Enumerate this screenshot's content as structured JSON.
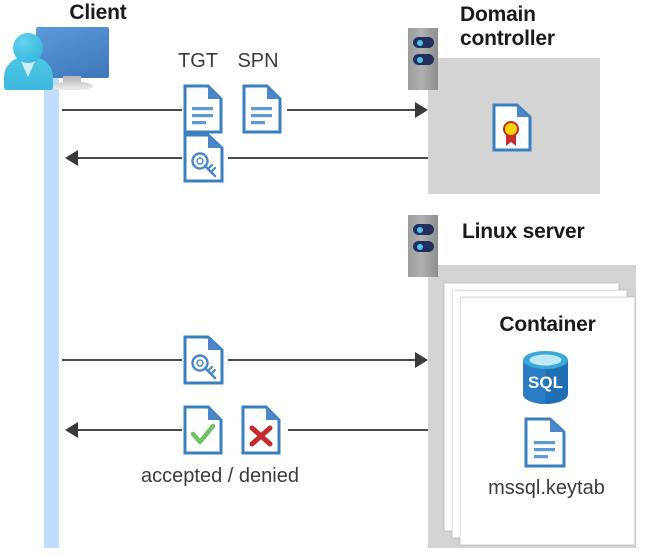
{
  "diagram": {
    "title_client": "Client",
    "title_domain_controller": "Domain\ncontroller",
    "title_domain_controller_line1": "Domain",
    "title_domain_controller_line2": "controller",
    "title_linux_server": "Linux server",
    "title_container": "Container",
    "label_tgt": "TGT",
    "label_spn": "SPN",
    "label_keytab": "mssql.keytab",
    "label_result": "accepted / denied",
    "label_sql": "SQL"
  },
  "icons": {
    "client": "user-computer-icon",
    "tgt_doc": "document-icon",
    "spn_doc": "document-icon",
    "ticket_key_doc": "key-document-icon",
    "request_key_doc": "key-document-icon",
    "accepted_doc": "checkmark-document-icon",
    "denied_doc": "x-document-icon",
    "certificate": "certificate-document-icon",
    "sql": "sql-database-icon",
    "keytab_doc": "document-icon",
    "domain_controller_rack": "server-rack-icon",
    "linux_server_rack": "server-rack-icon"
  },
  "arrows": [
    {
      "name": "client-to-dc-request",
      "direction": "right"
    },
    {
      "name": "dc-to-client-ticket",
      "direction": "left"
    },
    {
      "name": "client-to-linux-request",
      "direction": "right"
    },
    {
      "name": "linux-to-client-response",
      "direction": "left"
    }
  ],
  "colors": {
    "lifeline": "#c1dbfb",
    "box_gray": "#d4d4d4",
    "doc_blue": "#3a7fc1",
    "accent_blue": "#4a86c8",
    "check_green": "#6fc062",
    "x_red": "#c32d30",
    "cert_gold": "#ffd500",
    "cert_ribbon": "#c32d30",
    "sql_blue": "#1f6fb5",
    "arrow": "#3a3a3a",
    "text_dark": "#1a1a1a",
    "text_gray": "#3b3b3b"
  }
}
